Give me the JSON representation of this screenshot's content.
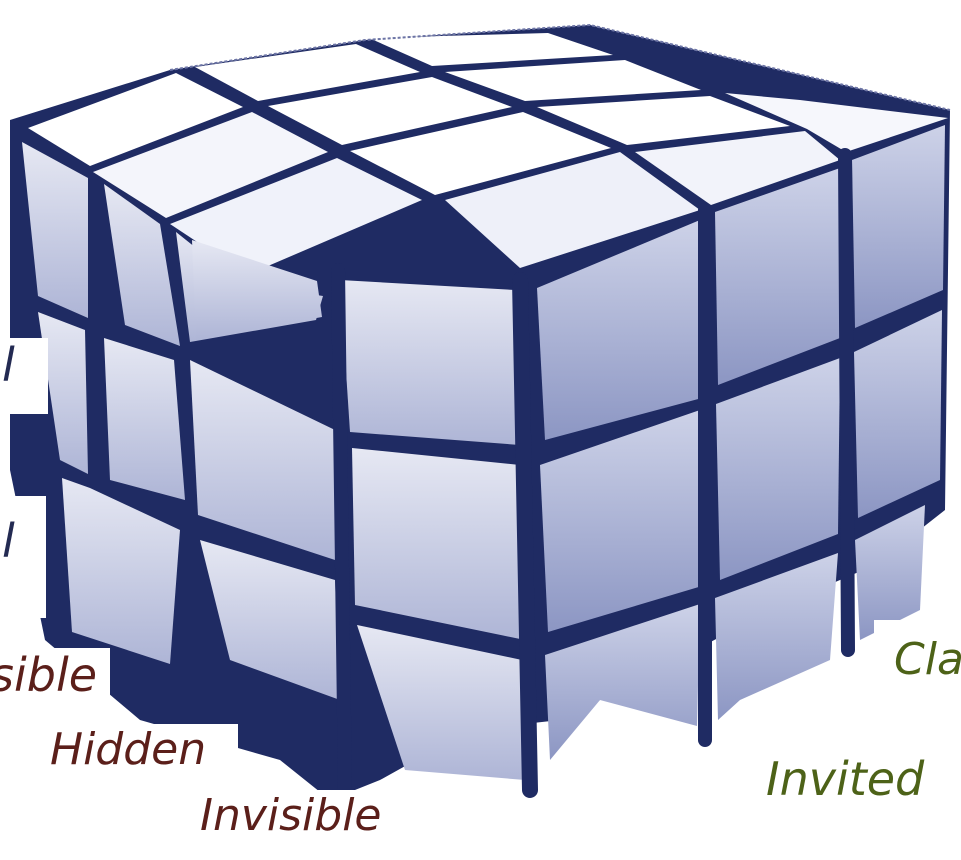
{
  "labels": {
    "left_1": "l",
    "left_2": "l",
    "visible": "sible",
    "hidden": "Hidden",
    "invisible": "Invisible",
    "closed": "Cla",
    "invited": "Invited"
  },
  "colors": {
    "cube_dark": "#1f2b63",
    "face_front": "#c8cce2",
    "face_side": "#9ea6cc",
    "face_top": "#ffffff",
    "label_dark_red": "#5b1f1a",
    "label_dark_navy": "#232a52",
    "label_green": "#4d6218"
  },
  "objects": {
    "cube": "rubiks-cube-illustration"
  }
}
